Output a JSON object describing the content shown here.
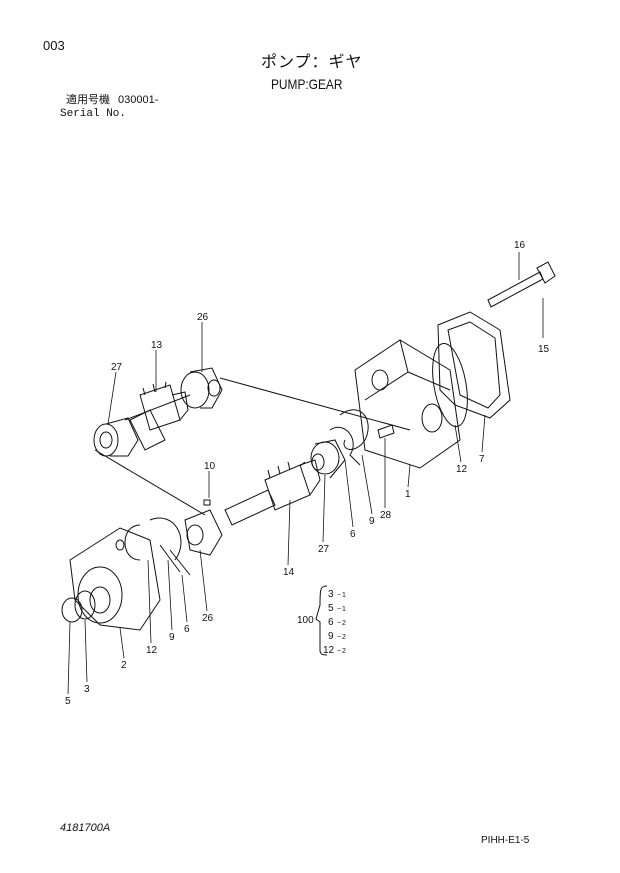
{
  "header": {
    "page_number": "003",
    "title_jp": "ポンプ：ギヤ",
    "title_en": "PUMP:GEAR",
    "serial_label_jp": "適用号機",
    "serial_value": "030001-",
    "serial_label_en": "Serial No."
  },
  "callouts": [
    "16",
    "15",
    "26",
    "13",
    "27",
    "10",
    "12",
    "7",
    "1",
    "28",
    "9",
    "6",
    "27",
    "14",
    "26",
    "6",
    "9",
    "12",
    "2",
    "3",
    "5"
  ],
  "kit": {
    "number": "100",
    "items": [
      {
        "part": "3",
        "qty": "1"
      },
      {
        "part": "5",
        "qty": "1"
      },
      {
        "part": "6",
        "qty": "2"
      },
      {
        "part": "9",
        "qty": "2"
      },
      {
        "part": "12",
        "qty": "2"
      }
    ]
  },
  "footer": {
    "drawing_number": "4181700A",
    "page_ref": "PIHH-E1-5"
  }
}
